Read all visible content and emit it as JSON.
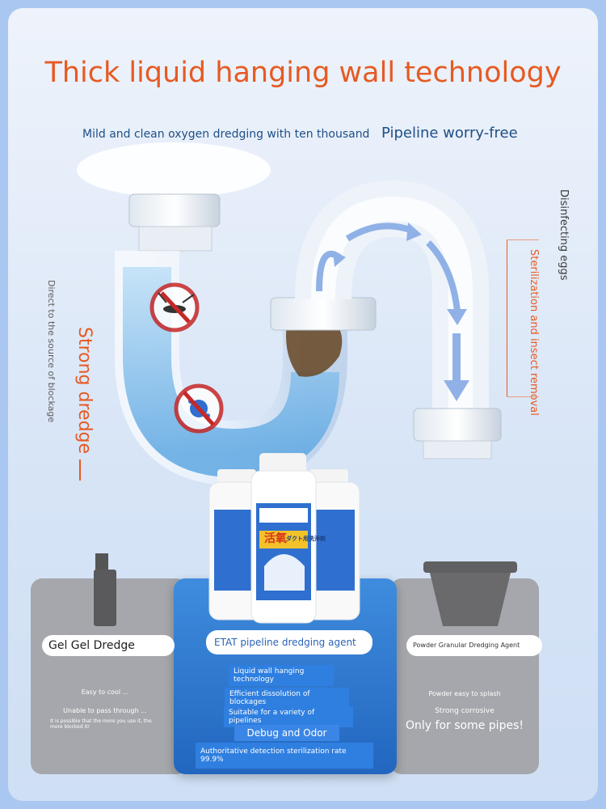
{
  "header": {
    "title": "Thick liquid hanging wall technology",
    "subtitle_left": "Mild and clean oxygen dredging with ten thousand",
    "subtitle_right": "Pipeline worry-free"
  },
  "side_labels": {
    "strong_dredge": "Strong dredge",
    "direct_source": "Direct to the source of blockage",
    "disinfecting_eggs": "Disinfecting eggs",
    "sterilization": "Sterilization and insect removal"
  },
  "product": {
    "label_cjk": "活氧",
    "label_subtitle": "ダクト用洗浄剤"
  },
  "comparison": {
    "left": {
      "name": "Gel Gel Dredge",
      "line1": "Easy to cool ...",
      "line2": "Unable to pass through ...",
      "line3": "It is possible that the more you use it, the more blocked it!"
    },
    "middle": {
      "name": "ETAT pipeline dredging agent",
      "features": [
        "Liquid wall hanging technology",
        "Efficient dissolution of blockages",
        "Suitable for a variety of pipelines",
        "Debug and Odor",
        "Authoritative detection sterilization rate 99.9%"
      ]
    },
    "right": {
      "name": "Powder Granular Dredging Agent",
      "line1": "Powder easy to splash",
      "line2": "Strong corrosive",
      "line3": "Only for some pipes!"
    }
  },
  "colors": {
    "accent_orange": "#e65a22",
    "brand_blue": "#2266bf",
    "grey_panel": "#a5a7ac"
  }
}
